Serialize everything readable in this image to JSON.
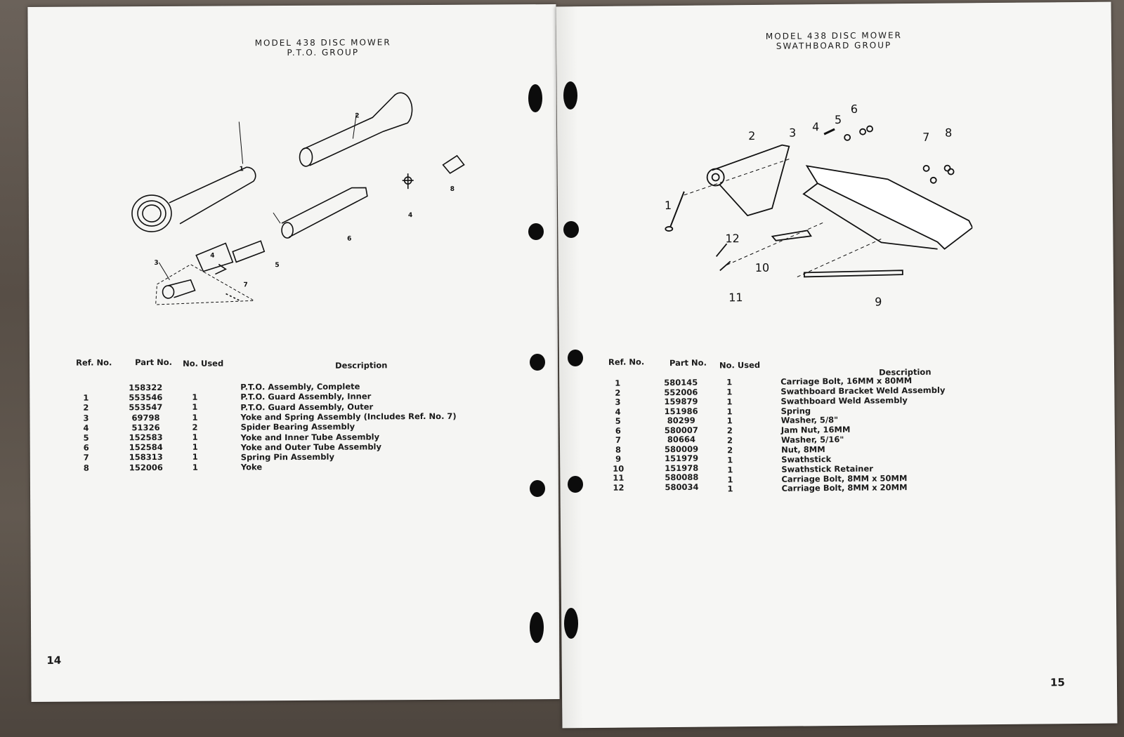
{
  "left_page": {
    "title_line1": "MODEL 438 DISC MOWER",
    "title_line2": "P.T.O. GROUP",
    "page_number": "14",
    "diagram_callouts": [
      "1",
      "2",
      "3",
      "4",
      "4",
      "5",
      "6",
      "7",
      "8"
    ],
    "table": {
      "headers": {
        "ref": "Ref. No.",
        "part": "Part No.",
        "used": "No. Used",
        "desc": "Description"
      },
      "rows": [
        {
          "ref": "",
          "part": "158322",
          "used": "",
          "desc": "P.T.O. Assembly, Complete"
        },
        {
          "ref": "1",
          "part": "553546",
          "used": "1",
          "desc": "P.T.O. Guard Assembly, Inner"
        },
        {
          "ref": "2",
          "part": "553547",
          "used": "1",
          "desc": "P.T.O. Guard Assembly, Outer"
        },
        {
          "ref": "3",
          "part": "69798",
          "used": "1",
          "desc": "Yoke and Spring Assembly (Includes Ref. No. 7)"
        },
        {
          "ref": "4",
          "part": "51326",
          "used": "2",
          "desc": "Spider Bearing Assembly"
        },
        {
          "ref": "5",
          "part": "152583",
          "used": "1",
          "desc": "Yoke and Inner Tube Assembly"
        },
        {
          "ref": "6",
          "part": "152584",
          "used": "1",
          "desc": "Yoke and Outer Tube Assembly"
        },
        {
          "ref": "7",
          "part": "158313",
          "used": "1",
          "desc": "Spring Pin Assembly"
        },
        {
          "ref": "8",
          "part": "152006",
          "used": "1",
          "desc": "Yoke"
        }
      ]
    }
  },
  "right_page": {
    "title_line1": "MODEL 438 DISC MOWER",
    "title_line2": "SWATHBOARD GROUP",
    "page_number": "15",
    "diagram_callouts": [
      "1",
      "2",
      "3",
      "4",
      "5",
      "6",
      "7",
      "8",
      "9",
      "10",
      "11",
      "12"
    ],
    "table": {
      "headers": {
        "ref": "Ref. No.",
        "part": "Part No.",
        "used": "No. Used",
        "desc": "Description"
      },
      "rows": [
        {
          "ref": "1",
          "part": "580145",
          "used": "1",
          "desc": "Carriage Bolt, 16MM x 80MM"
        },
        {
          "ref": "2",
          "part": "552006",
          "used": "1",
          "desc": "Swathboard Bracket Weld Assembly"
        },
        {
          "ref": "3",
          "part": "159879",
          "used": "1",
          "desc": "Swathboard Weld Assembly"
        },
        {
          "ref": "4",
          "part": "151986",
          "used": "1",
          "desc": "Spring"
        },
        {
          "ref": "5",
          "part": "80299",
          "used": "1",
          "desc": "Washer, 5/8\""
        },
        {
          "ref": "6",
          "part": "580007",
          "used": "2",
          "desc": "Jam Nut, 16MM"
        },
        {
          "ref": "7",
          "part": "80664",
          "used": "2",
          "desc": "Washer, 5/16\""
        },
        {
          "ref": "8",
          "part": "580009",
          "used": "2",
          "desc": "Nut, 8MM"
        },
        {
          "ref": "9",
          "part": "151979",
          "used": "1",
          "desc": "Swathstick"
        },
        {
          "ref": "10",
          "part": "151978",
          "used": "1",
          "desc": "Swathstick Retainer"
        },
        {
          "ref": "11",
          "part": "580088",
          "used": "1",
          "desc": "Carriage Bolt, 8MM x 50MM"
        },
        {
          "ref": "12",
          "part": "580034",
          "used": "1",
          "desc": "Carriage Bolt, 8MM x 20MM"
        }
      ]
    }
  }
}
